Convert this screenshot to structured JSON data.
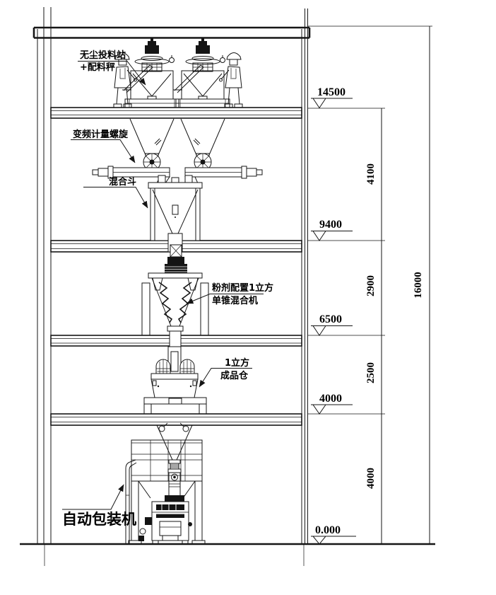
{
  "drawing_labels": {
    "feed_station_line1": "无尘投料站",
    "feed_station_line2": "+配料秤",
    "metering_screw": "变频计量螺旋",
    "mixing_hopper": "混合斗",
    "cone_mixer_line1": "粉剂配置1立方",
    "cone_mixer_line2": "单锥混合机",
    "product_bin_line1": "1立方",
    "product_bin_line2": "成品仓",
    "packing_machine": "自动包装机"
  },
  "elevations": {
    "level_14500": "14500",
    "level_9400": "9400",
    "level_6500": "6500",
    "level_4000": "4000",
    "level_0": "0.000"
  },
  "dimensions": {
    "seg_14500_9400": "4100",
    "seg_9400_6500": "2900",
    "seg_6500_4000": "2500",
    "seg_4000_0": "4000",
    "overall": "16000"
  },
  "line_color": "#161616"
}
